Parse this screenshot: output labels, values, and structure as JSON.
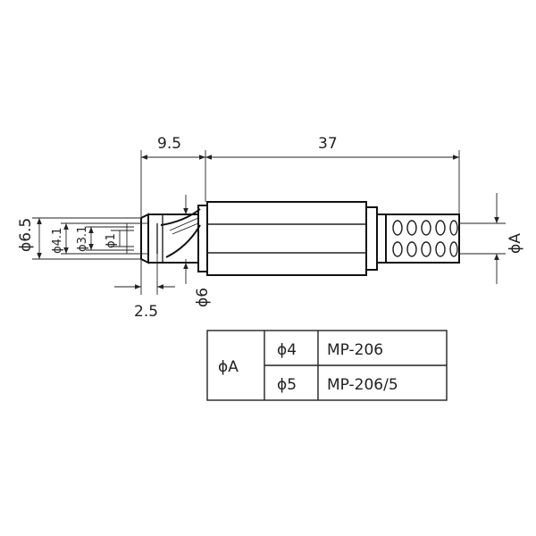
{
  "dimensions": {
    "length_front": "9.5",
    "length_body": "37",
    "diameter_outer": "ϕ6.5",
    "diameter_4_1": "ϕ4.1",
    "diameter_3_1": "ϕ3.1",
    "diameter_1": "ϕ1",
    "length_tip": "2.5",
    "diameter_6": "ϕ6",
    "diameter_A": "ϕA"
  },
  "table": {
    "header": "ϕA",
    "rows": [
      {
        "diameter": "ϕ4",
        "model": "MP-206"
      },
      {
        "diameter": "ϕ5",
        "model": "MP-206/5"
      }
    ]
  }
}
